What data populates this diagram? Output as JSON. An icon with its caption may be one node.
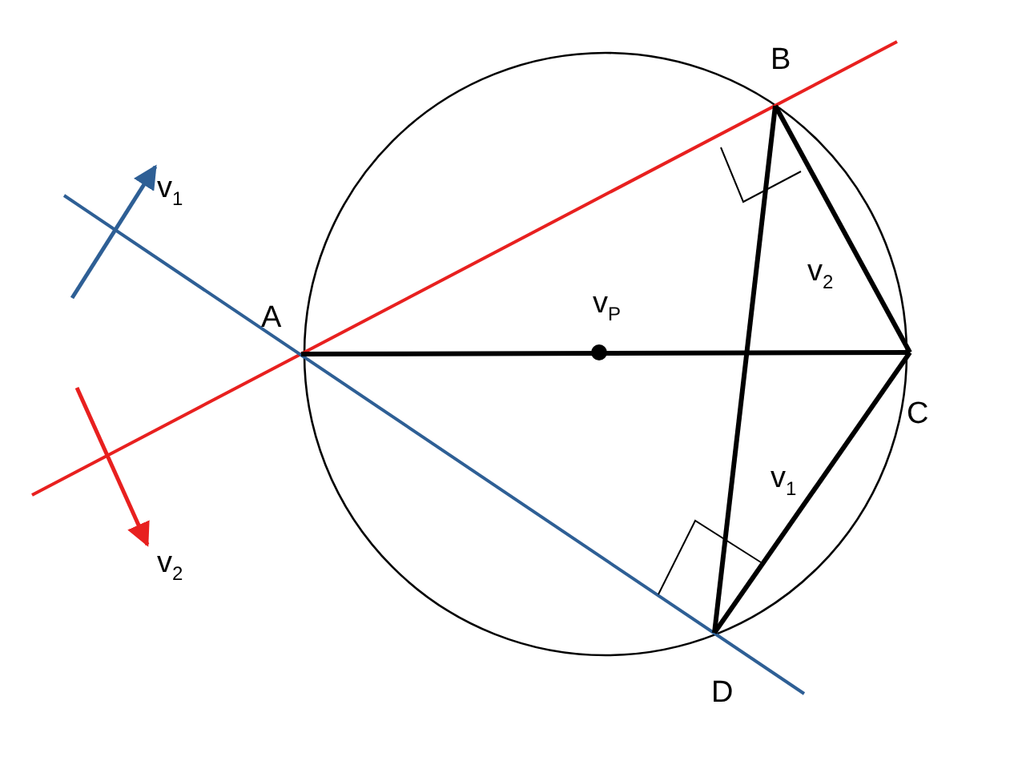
{
  "diagram": {
    "labels": [
      "B",
      "v$_{1}$",
      "v$_{2}$",
      "A",
      "v$_{P}$",
      "C",
      "v$_{1}$",
      "v$_{2}$",
      "D"
    ]
  }
}
